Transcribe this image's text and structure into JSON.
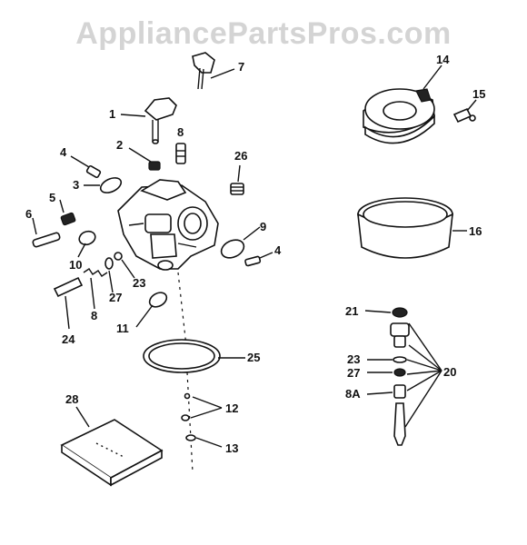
{
  "watermark": "AppliancePartsPros.com",
  "callouts": {
    "c1": "1",
    "c2": "2",
    "c3": "3",
    "c4a": "4",
    "c4b": "4",
    "c5": "5",
    "c6": "6",
    "c7": "7",
    "c8a": "8",
    "c8b": "8",
    "c9": "9",
    "c10": "10",
    "c11": "11",
    "c12": "12",
    "c13": "13",
    "c14": "14",
    "c15": "15",
    "c16": "16",
    "c20": "20",
    "c21": "21",
    "c23a": "23",
    "c23b": "23",
    "c24": "24",
    "c25": "25",
    "c26": "26",
    "c27a": "27",
    "c27b": "27",
    "c28": "28",
    "c8A": "8A"
  }
}
